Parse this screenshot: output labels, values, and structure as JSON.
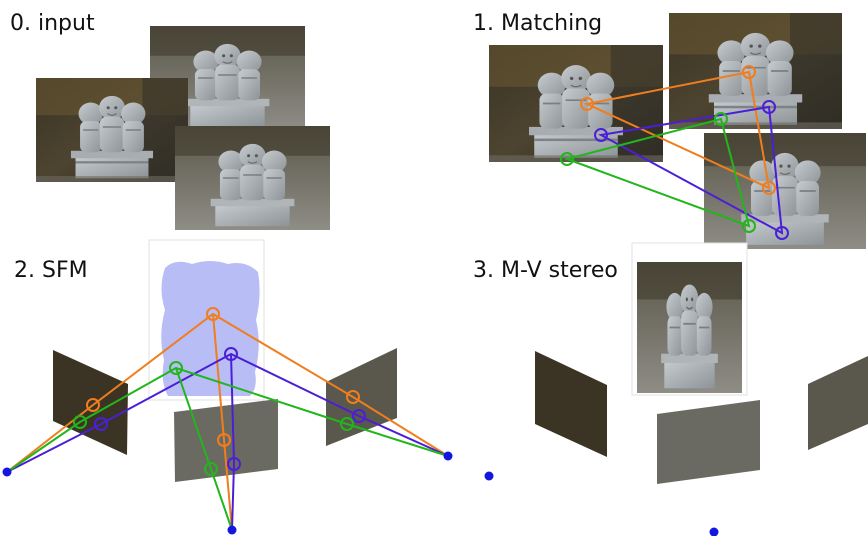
{
  "panels": {
    "input": {
      "title": "0. input"
    },
    "matching": {
      "title": "1. Matching"
    },
    "sfm": {
      "title": "2. SFM"
    },
    "mvs": {
      "title": "3. M-V stereo"
    }
  },
  "colors": {
    "orange": "#f07d1e",
    "purple": "#4a1fd6",
    "green": "#22b61c",
    "camera": "#1515e0",
    "dense_blob": "#b9bdf6"
  },
  "icons": [
    "statue-photo",
    "camera-center-dot",
    "feature-circle",
    "dense-point-cloud"
  ]
}
